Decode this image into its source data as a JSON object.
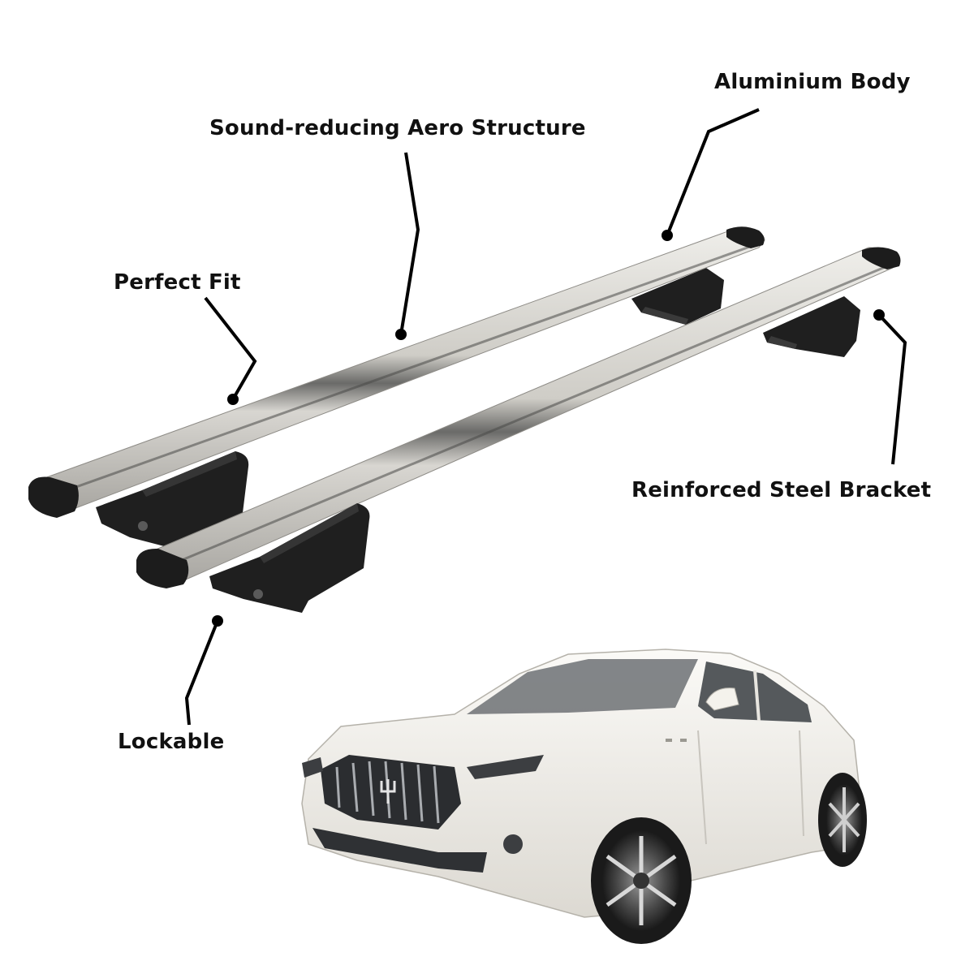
{
  "callouts": {
    "aluminium_body": "Aluminium Body",
    "aero_structure": "Sound-reducing Aero Structure",
    "perfect_fit": "Perfect Fit",
    "steel_bracket": "Reinforced Steel Bracket",
    "lockable": "Lockable"
  },
  "colors": {
    "background": "#ffffff",
    "label_text": "#111111",
    "leader_line": "#000000",
    "bar_silver": "#c9c7c2",
    "bracket_black": "#1f1f1f",
    "car_body": "#f1efe9"
  },
  "car": {
    "badge_icon": "trident-emblem-icon"
  }
}
